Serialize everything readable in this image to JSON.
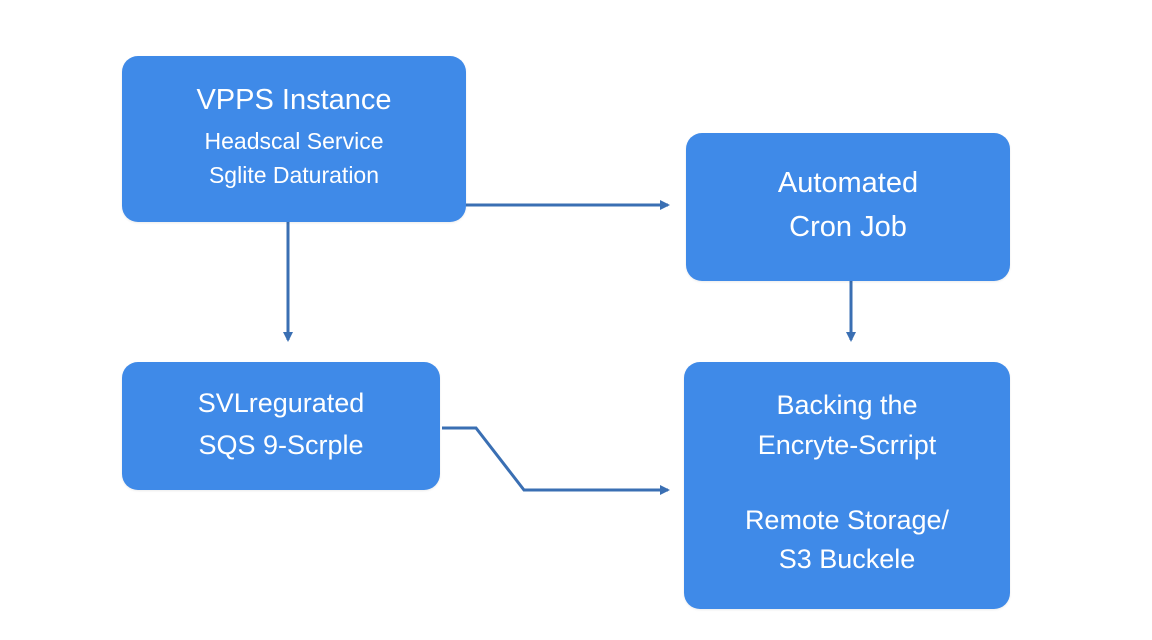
{
  "colors": {
    "node_fill": "#3f8ae8",
    "node_text": "#ffffff",
    "connector": "#3a6fb3",
    "background": "#ffffff"
  },
  "nodes": {
    "vpps": {
      "title": "VPPS Instance",
      "line2": "Headscal Service",
      "line3": "Sglite Daturation"
    },
    "cron": {
      "line1": "Automated",
      "line2": "Cron Job"
    },
    "svl": {
      "line1": "SVLregurated",
      "line2": "SQS 9-Scrple"
    },
    "backup": {
      "line1": "Backing the",
      "line2": "Encryte-Scrript",
      "line3": "Remote Storage/",
      "line4": "S3  Buckele"
    }
  },
  "edges": [
    {
      "from": "vpps",
      "to": "cron"
    },
    {
      "from": "vpps",
      "to": "svl"
    },
    {
      "from": "cron",
      "to": "backup"
    },
    {
      "from": "svl",
      "to": "backup"
    }
  ]
}
